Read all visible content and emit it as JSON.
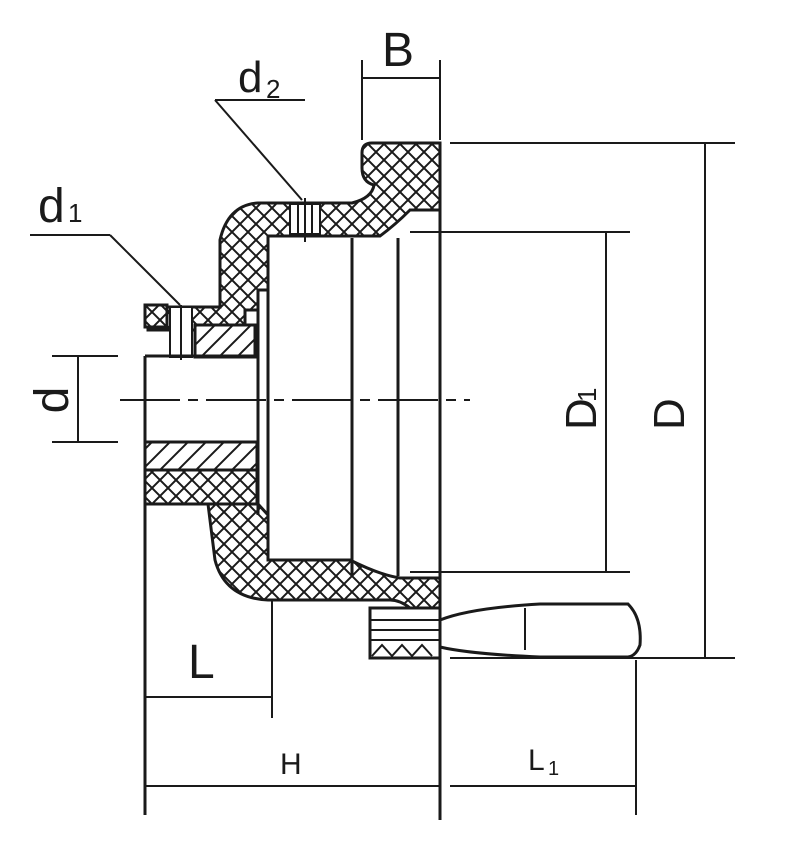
{
  "labels": {
    "B": "B",
    "d2": "d",
    "d2_sub": "2",
    "d1": "d",
    "d1_sub": "1",
    "d": "d",
    "D1": "D",
    "D1_sub": "1",
    "D": "D",
    "L": "L",
    "H": "H",
    "L1": "L",
    "L1_sub": "1"
  }
}
